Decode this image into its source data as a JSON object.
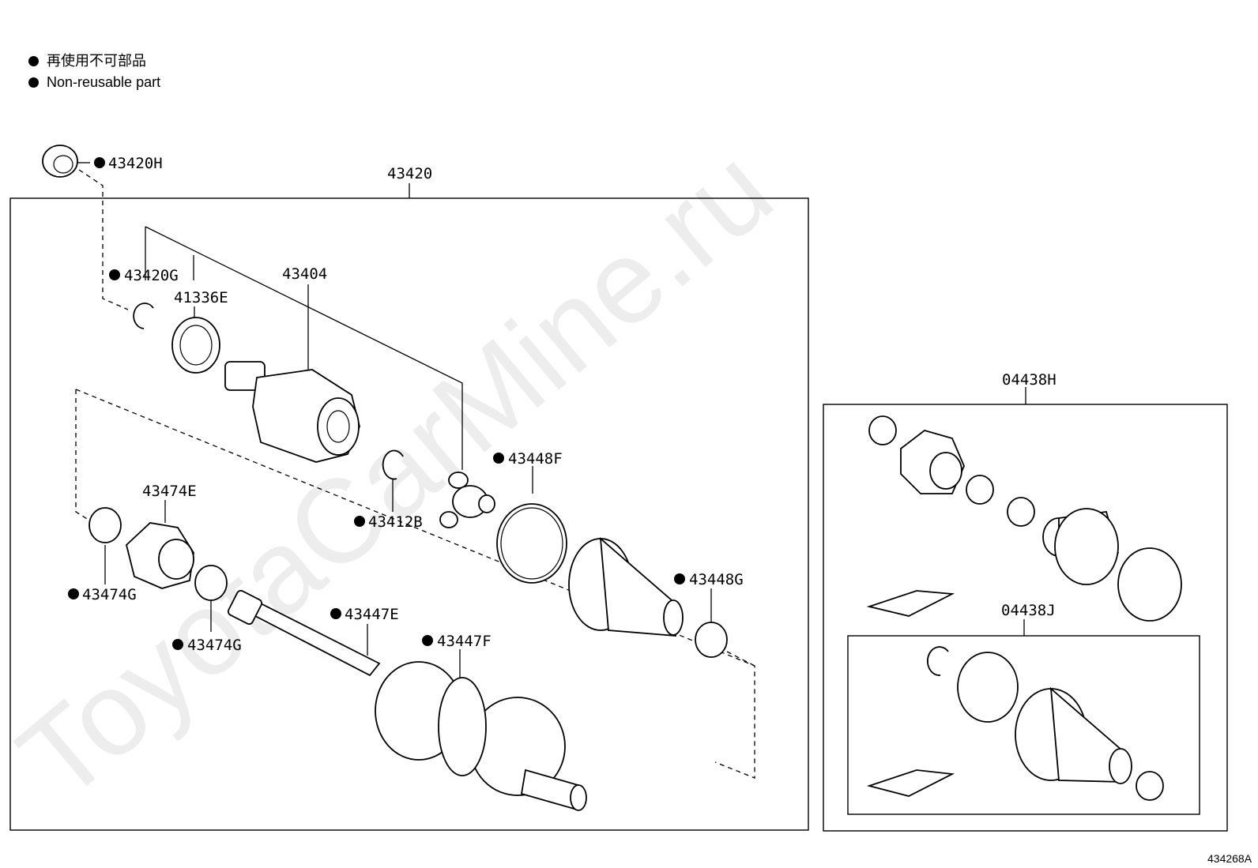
{
  "legend": [
    {
      "text": "再使用不可部品"
    },
    {
      "text": "Non-reusable part"
    }
  ],
  "labels": {
    "l43420H": "43420H",
    "l43420": "43420",
    "l43420G": "43420G",
    "l41336E": "41336E",
    "l43404": "43404",
    "l43412B": "43412B",
    "l43448F": "43448F",
    "l43474E": "43474E",
    "l43474G_a": "43474G",
    "l43474G_b": "43474G",
    "l43447E": "43447E",
    "l43447F": "43447F",
    "l43448G": "43448G",
    "l04438H": "04438H",
    "l04438J": "04438J"
  },
  "watermark": "ToyotaCarMine.ru",
  "figure_ref": "434268A",
  "colors": {
    "line": "#000000",
    "background": "#ffffff"
  }
}
